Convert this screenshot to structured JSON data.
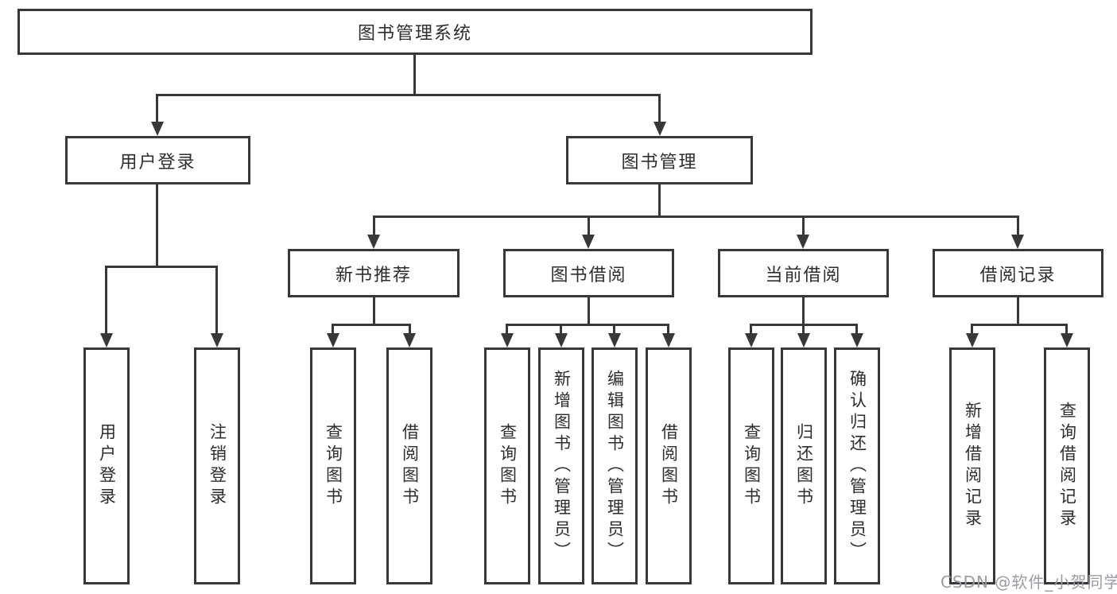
{
  "diagram": {
    "title": "图书管理系统",
    "root": {
      "label": "图书管理系统"
    },
    "branches": [
      {
        "label": "用户登录",
        "children": [
          {
            "label": "用户登录"
          },
          {
            "label": "注销登录"
          }
        ]
      },
      {
        "label": "图书管理",
        "children": [
          {
            "label": "新书推荐",
            "children": [
              {
                "label": "查询图书"
              },
              {
                "label": "借阅图书"
              }
            ]
          },
          {
            "label": "图书借阅",
            "children": [
              {
                "label": "查询图书"
              },
              {
                "label": "新增图书（管理员）"
              },
              {
                "label": "编辑图书（管理员）"
              },
              {
                "label": "借阅图书"
              }
            ]
          },
          {
            "label": "当前借阅",
            "children": [
              {
                "label": "查询图书"
              },
              {
                "label": "归还图书"
              },
              {
                "label": "确认归还（管理员）"
              }
            ]
          },
          {
            "label": "借阅记录",
            "children": [
              {
                "label": "新增借阅记录"
              },
              {
                "label": "查询借阅记录"
              }
            ]
          }
        ]
      }
    ],
    "watermark": "CSDN @软件_小贺同学",
    "colors": {
      "line": "#383838",
      "box_border": "#383838",
      "text": "#2d2d2d",
      "background": "#ffffff",
      "watermark": "#9b9ba3"
    }
  }
}
